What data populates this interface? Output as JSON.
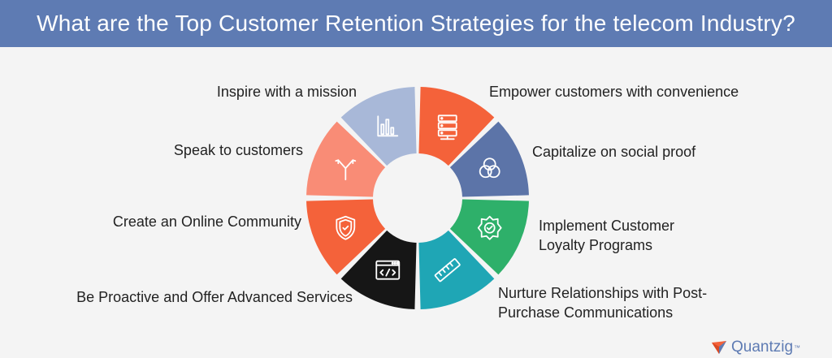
{
  "title": "What are the Top Customer Retention Strategies for the telecom Industry?",
  "segments": [
    {
      "label": "Empower customers with convenience",
      "icon": "server-icon",
      "color": "#f4623a"
    },
    {
      "label": "Capitalize on social proof",
      "icon": "venn-circles-icon",
      "color": "#5c74a8"
    },
    {
      "label": "Implement Customer Loyalty Programs",
      "line1": "Implement Customer",
      "line2": "Loyalty Programs",
      "icon": "badge-check-icon",
      "color": "#2eb06a"
    },
    {
      "label": "Nurture Relationships with Post-Purchase Communications",
      "line1": "Nurture Relationships with Post-",
      "line2": "Purchase Communications",
      "icon": "ruler-icon",
      "color": "#1fa6b5"
    },
    {
      "label": "Be Proactive and Offer Advanced Services",
      "icon": "code-window-icon",
      "color": "#161616"
    },
    {
      "label": "Create an Online Community",
      "icon": "shield-check-icon",
      "color": "#f4623a"
    },
    {
      "label": "Speak to customers",
      "icon": "split-arrows-icon",
      "color": "#f98c76"
    },
    {
      "label": "Inspire with a mission",
      "icon": "bar-chart-icon",
      "color": "#a8b8d8"
    }
  ],
  "logo": {
    "text": "Quantzig",
    "tm": "™"
  }
}
